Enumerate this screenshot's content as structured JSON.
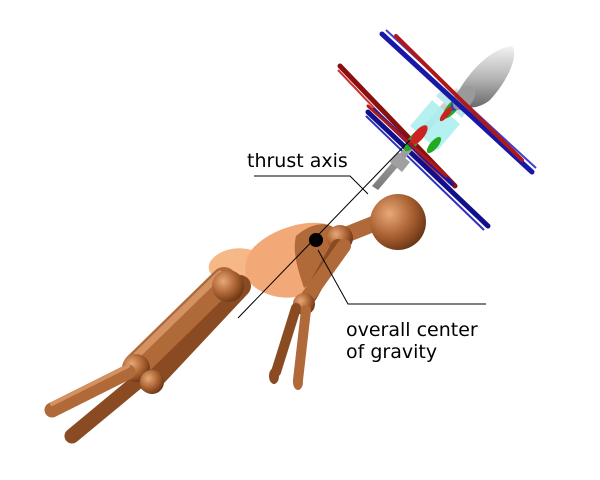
{
  "labels": {
    "thrust_axis": "thrust axis",
    "center_of_gravity_line1": "overall center",
    "center_of_gravity_line2": "of gravity"
  },
  "colors": {
    "body": "#b06a3a",
    "body_light": "#d49262",
    "body_dark": "#7a4320",
    "torso_highlight": "#f7b888",
    "blade_red": "#b01818",
    "blade_blue": "#1818a8",
    "hub_green": "#22aa22",
    "hub_cyan": "#aef0f0",
    "spinner": "#c0c0c0",
    "marker": "#000000"
  },
  "icons": {
    "figure": "humanoid-mannequin-figure",
    "propulsion": "contra-rotating-propeller",
    "cog": "center-of-gravity-dot"
  }
}
